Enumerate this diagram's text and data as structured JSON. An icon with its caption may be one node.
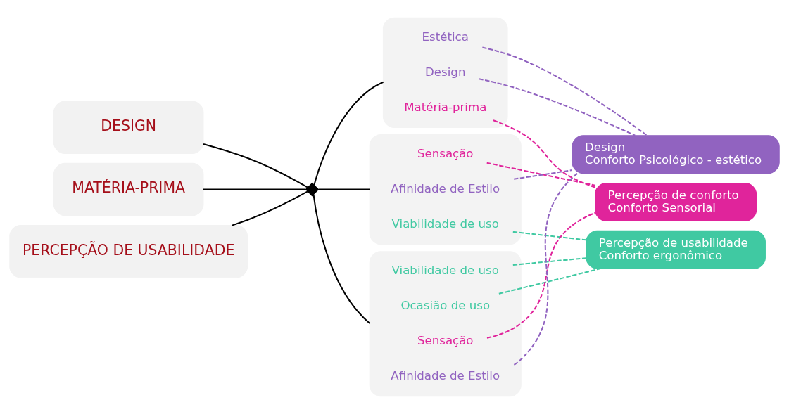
{
  "diagram": {
    "nodes": [
      {
        "text": [
          "DESIGN"
        ]
      },
      {
        "text": [
          "MATÉRIA-PRIMA"
        ]
      },
      {
        "text": [
          "PERCEPÇÃO DE USABILIDADE"
        ]
      },
      {
        "text": [],
        "shape": "diamond"
      },
      {
        "text": [],
        "shape": "box"
      },
      {
        "text": [
          "Estética"
        ],
        "in": 4
      },
      {
        "text": [
          "Design"
        ],
        "in": 4
      },
      {
        "text": [
          "Matéria-prima"
        ],
        "in": 4
      },
      {
        "text": [],
        "shape": "box"
      },
      {
        "text": [
          "Sensação"
        ],
        "in": 8
      },
      {
        "text": [
          "Afinidade de Estilo"
        ],
        "in": 8
      },
      {
        "text": [
          "Viabilidade de uso"
        ],
        "in": 8
      },
      {
        "text": [],
        "shape": "box"
      },
      {
        "text": [
          "Viabilidade de uso"
        ],
        "in": 12
      },
      {
        "text": [
          "Ocasião de uso"
        ],
        "in": 12
      },
      {
        "text": [
          "Sensação"
        ],
        "in": 12
      },
      {
        "text": [
          "Afinidade de Estilo"
        ],
        "in": 12
      },
      {
        "text": [
          "Design",
          "Conforto Psicológico - estético"
        ]
      },
      {
        "text": [
          "Percepção de conforto",
          "Conforto Sensorial"
        ]
      },
      {
        "text": [
          "Percepção de usabilidade",
          "Conforto ergonômico"
        ]
      }
    ],
    "edges": [
      {
        "from": 0,
        "to": 3,
        "arrow": "none"
      },
      {
        "from": 1,
        "to": 3,
        "arrow": "none"
      },
      {
        "from": 2,
        "to": 3,
        "arrow": "none"
      },
      {
        "from": 3,
        "to": 4,
        "arrow": "none"
      },
      {
        "from": 3,
        "to": 8,
        "arrow": "none"
      },
      {
        "from": 3,
        "to": 12,
        "arrow": "none"
      },
      {
        "from": 5,
        "to": 17,
        "arrow": "none",
        "style": "dashed",
        "color": "#9163c0"
      },
      {
        "from": 6,
        "to": 17,
        "arrow": "none",
        "style": "dashed",
        "color": "#9163c0"
      },
      {
        "from": 7,
        "to": 18,
        "arrow": "none",
        "style": "dashed",
        "color": "#e0249b"
      },
      {
        "from": 9,
        "to": 18,
        "arrow": "none",
        "style": "dashed",
        "color": "#e0249b"
      },
      {
        "from": 10,
        "to": 17,
        "arrow": "none",
        "style": "dashed",
        "color": "#9163c0"
      },
      {
        "from": 11,
        "to": 19,
        "arrow": "none",
        "style": "dashed",
        "color": "#40c9a2"
      },
      {
        "from": 13,
        "to": 19,
        "arrow": "none",
        "style": "dashed",
        "color": "#40c9a2"
      },
      {
        "from": 14,
        "to": 19,
        "arrow": "none",
        "style": "dashed",
        "color": "#40c9a2"
      },
      {
        "from": 15,
        "to": 18,
        "arrow": "none",
        "style": "dashed",
        "color": "#e0249b"
      },
      {
        "from": 16,
        "to": 17,
        "arrow": "none",
        "style": "dashed",
        "color": "#9163c0"
      }
    ]
  }
}
